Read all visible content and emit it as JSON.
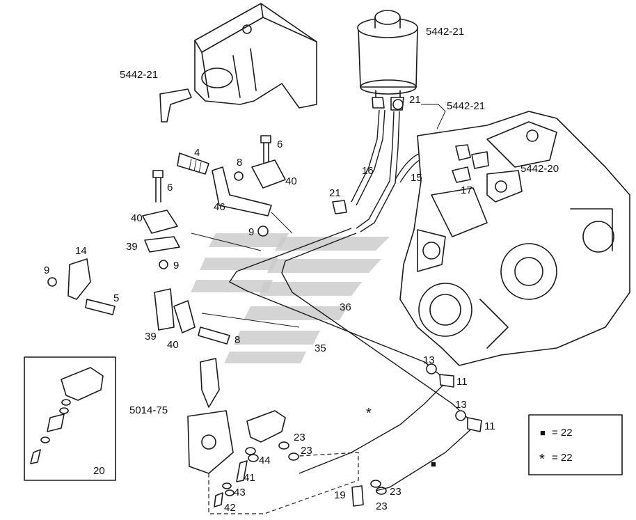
{
  "colors": {
    "ink": "#1a1a1a",
    "watermark": "#c9c9c9",
    "background": "#ffffff"
  },
  "labels": {
    "bracket_top": "5442-21",
    "reservoir": "5442-21",
    "reservoir_hose": "5442-21",
    "pump": "5442-20",
    "valve_group": "5014-75",
    "p4": "4",
    "p6a": "6",
    "p6b": "6",
    "p8a": "8",
    "p8b": "8",
    "p40a": "40",
    "p40b": "40",
    "p40c": "40",
    "p46": "46",
    "p9a": "9",
    "p9b": "9",
    "p9c": "9",
    "p39a": "39",
    "p39b": "39",
    "p14": "14",
    "p5": "5",
    "p21a": "21",
    "p21b": "21",
    "p16": "16",
    "p15": "15",
    "p17": "17",
    "p36": "36",
    "p35": "35",
    "p13a": "13",
    "p13b": "13",
    "p11a": "11",
    "p11b": "11",
    "p23a": "23",
    "p23b": "23",
    "p23c": "23",
    "p23d": "23",
    "p44": "44",
    "p41": "41",
    "p43": "43",
    "p42": "42",
    "p19": "19",
    "p20": "20"
  },
  "legend": {
    "square_symbol": "■",
    "square_text": "= 22",
    "star_symbol": "*",
    "star_text": "= 22"
  },
  "markers": {
    "square": "■",
    "star": "*"
  }
}
